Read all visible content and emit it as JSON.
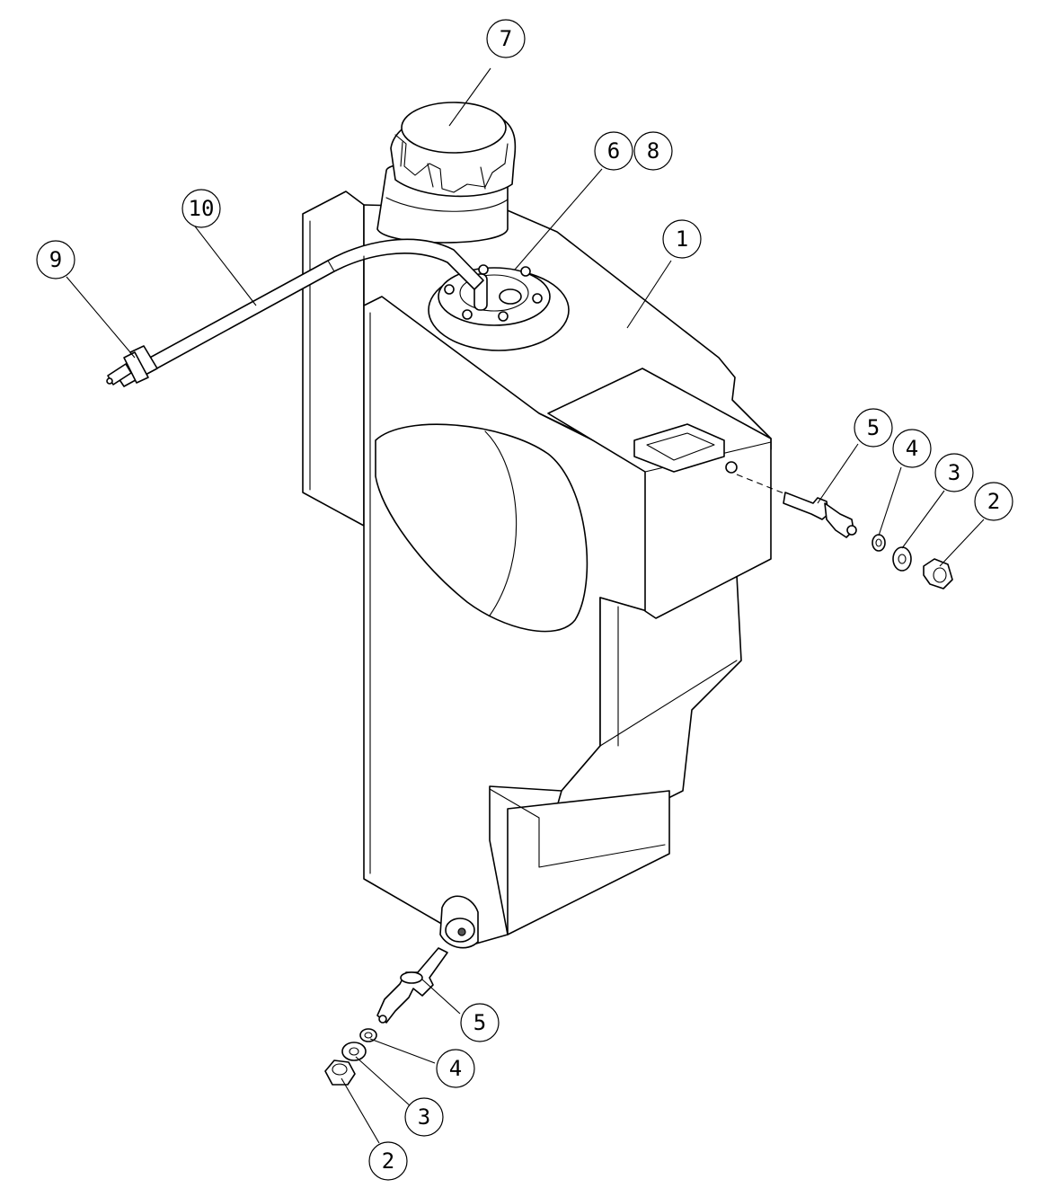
{
  "callouts": [
    {
      "id": "c7",
      "label": "7"
    },
    {
      "id": "c6",
      "label": "6"
    },
    {
      "id": "c8",
      "label": "8"
    },
    {
      "id": "c10",
      "label": "10"
    },
    {
      "id": "c9",
      "label": "9"
    },
    {
      "id": "c1",
      "label": "1"
    },
    {
      "id": "c5a",
      "label": "5"
    },
    {
      "id": "c4a",
      "label": "4"
    },
    {
      "id": "c3a",
      "label": "3"
    },
    {
      "id": "c2a",
      "label": "2"
    },
    {
      "id": "c5b",
      "label": "5"
    },
    {
      "id": "c4b",
      "label": "4"
    },
    {
      "id": "c3b",
      "label": "3"
    },
    {
      "id": "c2b",
      "label": "2"
    }
  ]
}
